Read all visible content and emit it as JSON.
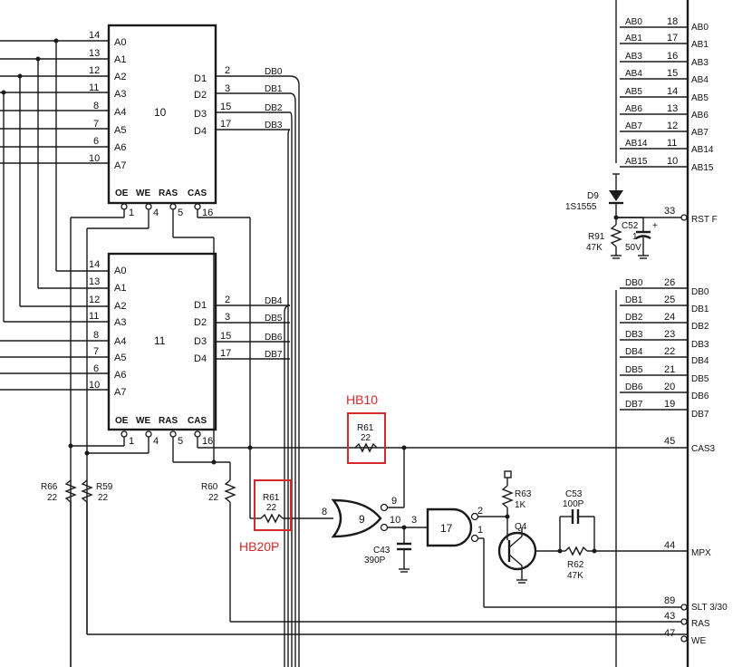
{
  "chips": {
    "chip10": {
      "name": "10",
      "addr_pins": [
        "A0",
        "A1",
        "A2",
        "A3",
        "A4",
        "A5",
        "A6",
        "A7"
      ],
      "addr_nums": [
        "14",
        "13",
        "12",
        "11",
        "8",
        "7",
        "6",
        "10"
      ],
      "data_pins": [
        "D1",
        "D2",
        "D3",
        "D4"
      ],
      "data_nums": [
        "2",
        "3",
        "15",
        "17"
      ],
      "data_sigs": [
        "DB0",
        "DB1",
        "DB2",
        "DB3"
      ],
      "ctrl_pins": [
        "OE",
        "WE",
        "RAS",
        "CAS"
      ],
      "ctrl_nums": [
        "1",
        "4",
        "5",
        "16"
      ]
    },
    "chip11": {
      "name": "11",
      "addr_pins": [
        "A0",
        "A1",
        "A2",
        "A3",
        "A4",
        "A5",
        "A6",
        "A7"
      ],
      "addr_nums": [
        "14",
        "13",
        "12",
        "11",
        "8",
        "7",
        "6",
        "10"
      ],
      "data_pins": [
        "D1",
        "D2",
        "D3",
        "D4"
      ],
      "data_nums": [
        "2",
        "3",
        "15",
        "17"
      ],
      "data_sigs": [
        "DB4",
        "DB5",
        "DB6",
        "DB7"
      ],
      "ctrl_pins": [
        "OE",
        "WE",
        "RAS",
        "CAS"
      ],
      "ctrl_nums": [
        "1",
        "4",
        "5",
        "16"
      ]
    }
  },
  "connector": {
    "addr": [
      {
        "net": "AB0",
        "pin": "18",
        "label": "AB0"
      },
      {
        "net": "AB1",
        "pin": "17",
        "label": "AB1"
      },
      {
        "net": "AB3",
        "pin": "16",
        "label": "AB3"
      },
      {
        "net": "AB4",
        "pin": "15",
        "label": "AB4"
      },
      {
        "net": "AB5",
        "pin": "14",
        "label": "AB5"
      },
      {
        "net": "AB6",
        "pin": "13",
        "label": "AB6"
      },
      {
        "net": "AB7",
        "pin": "12",
        "label": "AB7"
      },
      {
        "net": "AB14",
        "pin": "11",
        "label": "AB14"
      },
      {
        "net": "AB15",
        "pin": "10",
        "label": "AB15"
      }
    ],
    "data": [
      {
        "net": "DB0",
        "pin": "26",
        "label": "DB0"
      },
      {
        "net": "DB1",
        "pin": "25",
        "label": "DB1"
      },
      {
        "net": "DB2",
        "pin": "24",
        "label": "DB2"
      },
      {
        "net": "DB3",
        "pin": "23",
        "label": "DB3"
      },
      {
        "net": "DB4",
        "pin": "22",
        "label": "DB4"
      },
      {
        "net": "DB5",
        "pin": "21",
        "label": "DB5"
      },
      {
        "net": "DB6",
        "pin": "20",
        "label": "DB6"
      },
      {
        "net": "DB7",
        "pin": "19",
        "label": "DB7"
      }
    ],
    "ctrl": [
      {
        "pin": "33",
        "label": "RST F"
      },
      {
        "pin": "45",
        "label": "CAS3"
      },
      {
        "pin": "44",
        "label": "MPX"
      },
      {
        "pin": "89",
        "label": "SLT 3/30"
      },
      {
        "pin": "43",
        "label": "RAS"
      },
      {
        "pin": "47",
        "label": "WE"
      }
    ]
  },
  "parts": {
    "d9": {
      "ref": "D9",
      "value": "1S1555"
    },
    "c52": {
      "ref": "C52",
      "v1": "1",
      "v2": "50V",
      "plus": "+"
    },
    "r91": {
      "ref": "R91",
      "value": "47K"
    },
    "r66": {
      "ref": "R66",
      "value": "22"
    },
    "r59": {
      "ref": "R59",
      "value": "22"
    },
    "r60": {
      "ref": "R60",
      "value": "22"
    },
    "r61a": {
      "ref": "R61",
      "value": "22"
    },
    "r61b": {
      "ref": "R61",
      "value": "22"
    },
    "r63": {
      "ref": "R63",
      "value": "1K"
    },
    "r62": {
      "ref": "R62",
      "value": "47K"
    },
    "c53": {
      "ref": "C53",
      "value": "100P"
    },
    "c43": {
      "ref": "C43",
      "value": "390P"
    },
    "q4": {
      "ref": "Q4"
    },
    "gate9": {
      "ref": "9",
      "pin_in_a": "8",
      "pin_in_b": "9",
      "pin_out": "10"
    },
    "gate17": {
      "ref": "17",
      "pin_in": "3",
      "pin_a": "2",
      "pin_b": "1"
    }
  },
  "annotations": {
    "hb10": "HB10",
    "hb20p": "HB20P"
  }
}
